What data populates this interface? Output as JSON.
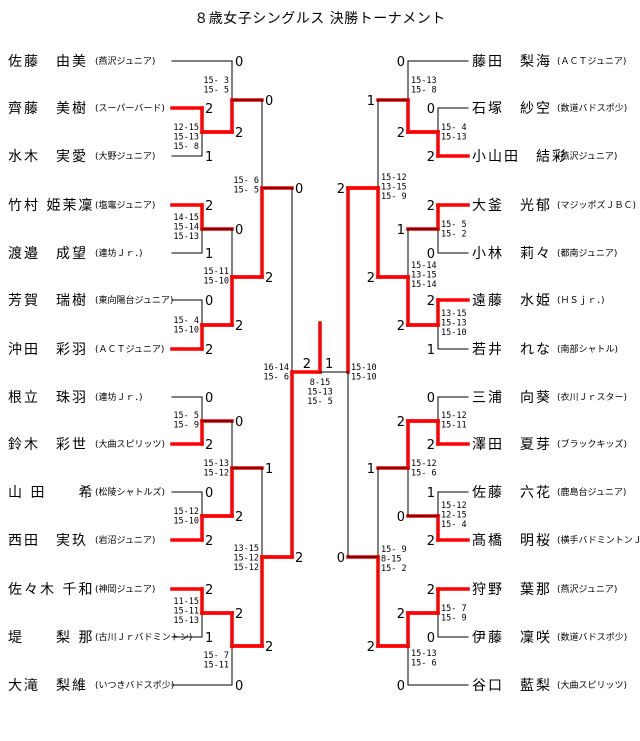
{
  "title": "８歳女子シングルス 決勝トーナメント",
  "colors": {
    "winner_line": "#ff0000",
    "line": "#000000"
  },
  "left_players": [
    {
      "name": "佐藤　由美",
      "team": "(燕沢ジュニア)"
    },
    {
      "name": "齊藤　美樹",
      "team": "(スーパーバード)"
    },
    {
      "name": "水木　実愛",
      "team": "(大野ジュニア)"
    },
    {
      "name": "竹村 姫茉凜",
      "team": "(塩竈ジュニア)"
    },
    {
      "name": "渡邉　成望",
      "team": "(連坊Ｊｒ．)"
    },
    {
      "name": "芳賀　瑞樹",
      "team": "(東向陽台ジュニア)"
    },
    {
      "name": "沖田　彩羽",
      "team": "(ＡＣＴジュニア)"
    },
    {
      "name": "根立　珠羽",
      "team": "(連坊Ｊｒ．)"
    },
    {
      "name": "鈴木　彩世",
      "team": "(大曲スピリッツ)"
    },
    {
      "name": "山 田　　希",
      "team": "(松陵シャトルズ)"
    },
    {
      "name": "西田　実玖",
      "team": "(岩沼ジュニア)"
    },
    {
      "name": "佐々木 千和",
      "team": "(神岡ジュニア)"
    },
    {
      "name": "堤　　梨 那",
      "team": "(古川Ｊｒバドミントン)"
    },
    {
      "name": "大滝　梨維",
      "team": "(いつきバドスポ少)"
    }
  ],
  "right_players": [
    {
      "name": "藤田　梨海",
      "team": "(ＡＣＴジュニア)"
    },
    {
      "name": "石塚　紗空",
      "team": "(数道バドスポ少)"
    },
    {
      "name": "小山田　結彩",
      "team": "(燕沢ジュニア)"
    },
    {
      "name": "大釜　光郁",
      "team": "(マジッポズＪＢＣ)"
    },
    {
      "name": "小林　莉々",
      "team": "(都南ジュニア)"
    },
    {
      "name": "遠藤　水姫",
      "team": "(ＨＳｊｒ．)"
    },
    {
      "name": "若井　れな",
      "team": "(南部シャトル)"
    },
    {
      "name": "三浦　向葵",
      "team": "(衣川Ｊｒスター)"
    },
    {
      "name": "澤田　夏芽",
      "team": "(ブラックキッズ)"
    },
    {
      "name": "佐藤　六花",
      "team": "(鹿島台ジュニア)"
    },
    {
      "name": "髙橋　明桜",
      "team": "(横手バドミントンＪｒ)"
    },
    {
      "name": "狩野　葉那",
      "team": "(燕沢ジュニア)"
    },
    {
      "name": "伊藤　凜咲",
      "team": "(数道バドスポ少)"
    },
    {
      "name": "谷口　藍梨",
      "team": "(大曲スピリッツ)"
    }
  ],
  "left_matches": [
    {
      "id": "L1",
      "top_score": "2",
      "bottom_score": "1",
      "games": [
        "12-15",
        "15-13",
        "15- 8"
      ]
    },
    {
      "id": "L2",
      "top_score": "0",
      "bottom_score": "2",
      "games": [
        "15- 3",
        "15- 5"
      ]
    },
    {
      "id": "L3",
      "top_score": "2",
      "bottom_score": "1",
      "games": [
        "14-15",
        "15-14",
        "15-13"
      ]
    },
    {
      "id": "L4",
      "top_score": "0",
      "bottom_score": "2",
      "games": [
        "15- 4",
        "15-10"
      ]
    },
    {
      "id": "L5",
      "top_score": "0",
      "bottom_score": "2",
      "games": [
        "15-11",
        "15-10"
      ]
    },
    {
      "id": "L6",
      "top_score": "0",
      "bottom_score": "2",
      "games": [
        "15- 6",
        "15- 5"
      ]
    },
    {
      "id": "L7",
      "top_score": "0",
      "bottom_score": "2",
      "games": [
        "15- 5",
        "15- 9"
      ]
    },
    {
      "id": "L8",
      "top_score": "0",
      "bottom_score": "2",
      "games": [
        "15-12",
        "15-10"
      ]
    },
    {
      "id": "L9",
      "top_score": "0",
      "bottom_score": "2",
      "games": [
        "15-13",
        "15-12"
      ]
    },
    {
      "id": "L10",
      "top_score": "2",
      "bottom_score": "1",
      "games": [
        "11-15",
        "15-11",
        "15-13"
      ]
    },
    {
      "id": "L11",
      "top_score": "2",
      "bottom_score": "0",
      "games": [
        "15- 7",
        "15-11"
      ]
    },
    {
      "id": "L12",
      "top_score": "1",
      "bottom_score": "2",
      "games": [
        "13-15",
        "15-12",
        "15-12"
      ]
    },
    {
      "id": "L13",
      "top_score": "0",
      "bottom_score": "2",
      "games": [
        "16-14",
        "15- 6"
      ]
    }
  ],
  "right_matches": [
    {
      "id": "R1",
      "top_score": "0",
      "bottom_score": "2",
      "games": [
        "15- 4",
        "15-13"
      ]
    },
    {
      "id": "R2",
      "top_score": "0",
      "bottom_score": "2",
      "games": [
        "15-13",
        "15- 8"
      ]
    },
    {
      "id": "R3",
      "top_score": "2",
      "bottom_score": "0",
      "games": [
        "15- 5",
        "15- 2"
      ]
    },
    {
      "id": "R4",
      "top_score": "2",
      "bottom_score": "1",
      "games": [
        "13-15",
        "15-13",
        "15-10"
      ]
    },
    {
      "id": "R5",
      "top_score": "1",
      "bottom_score": "2",
      "games": [
        "15-14",
        "13-15",
        "15-14"
      ]
    },
    {
      "id": "R6",
      "top_score": "1",
      "bottom_score": "2",
      "games": [
        "15-12",
        "13-15",
        "15- 9"
      ]
    },
    {
      "id": "R7",
      "top_score": "0",
      "bottom_score": "2",
      "games": [
        "15-12",
        "15-11"
      ]
    },
    {
      "id": "R8",
      "top_score": "1",
      "bottom_score": "2",
      "games": [
        "15-12",
        "12-15",
        "15- 4"
      ]
    },
    {
      "id": "R9",
      "top_score": "2",
      "bottom_score": "0",
      "games": [
        "15-12",
        "15- 6"
      ]
    },
    {
      "id": "R10",
      "top_score": "2",
      "bottom_score": "0",
      "games": [
        "15- 7",
        "15- 9"
      ]
    },
    {
      "id": "R11",
      "top_score": "2",
      "bottom_score": "0",
      "games": [
        "15-13",
        "15- 6"
      ]
    },
    {
      "id": "R12",
      "top_score": "1",
      "bottom_score": "2",
      "games": [
        "15- 9",
        "8-15",
        "15- 2"
      ]
    },
    {
      "id": "R13",
      "top_score": "2",
      "bottom_score": "0",
      "games": [
        "15-10",
        "15-10"
      ]
    }
  ],
  "final": {
    "left_score": "2",
    "right_score": "1",
    "games": [
      "8-15",
      "15-13",
      "15- 5"
    ]
  }
}
